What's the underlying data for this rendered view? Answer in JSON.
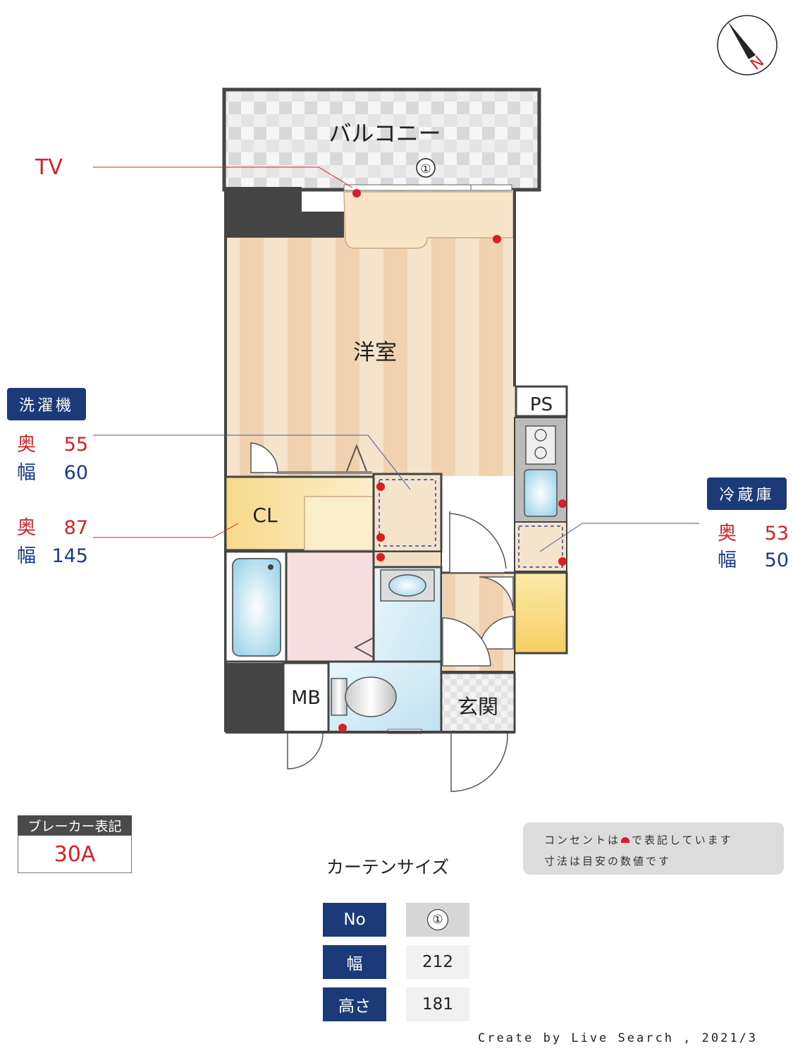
{
  "compass": {
    "label": "N"
  },
  "rooms": {
    "balcony": "バルコニー",
    "western_room": "洋室",
    "closet": "CL",
    "ps": "PS",
    "mb": "MB",
    "entrance": "玄関",
    "window_marker": "①"
  },
  "callouts": {
    "tv": "TV",
    "washer": {
      "title": "洗濯機",
      "depth_label": "奥",
      "depth": "55",
      "width_label": "幅",
      "width": "60"
    },
    "closet": {
      "depth_label": "奥",
      "depth": "87",
      "width_label": "幅",
      "width": "145"
    },
    "fridge": {
      "title": "冷蔵庫",
      "depth_label": "奥",
      "depth": "53",
      "width_label": "幅",
      "width": "50"
    }
  },
  "breaker": {
    "label": "ブレーカー表記",
    "value": "30A"
  },
  "note": {
    "line1_pre": "コンセントは",
    "line1_post": "で表記しています",
    "line2": "寸法は目安の数値です"
  },
  "curtain": {
    "title": "カーテンサイズ",
    "rows": [
      {
        "label": "No",
        "value": "①"
      },
      {
        "label": "幅",
        "value": "212"
      },
      {
        "label": "高さ",
        "value": "181"
      }
    ]
  },
  "credit": "Create by Live Search , 2021/3",
  "colors": {
    "outlet": "#d61f26",
    "navy": "#1d3a78",
    "wall": "#444444",
    "floor": "#f6dfc4"
  }
}
